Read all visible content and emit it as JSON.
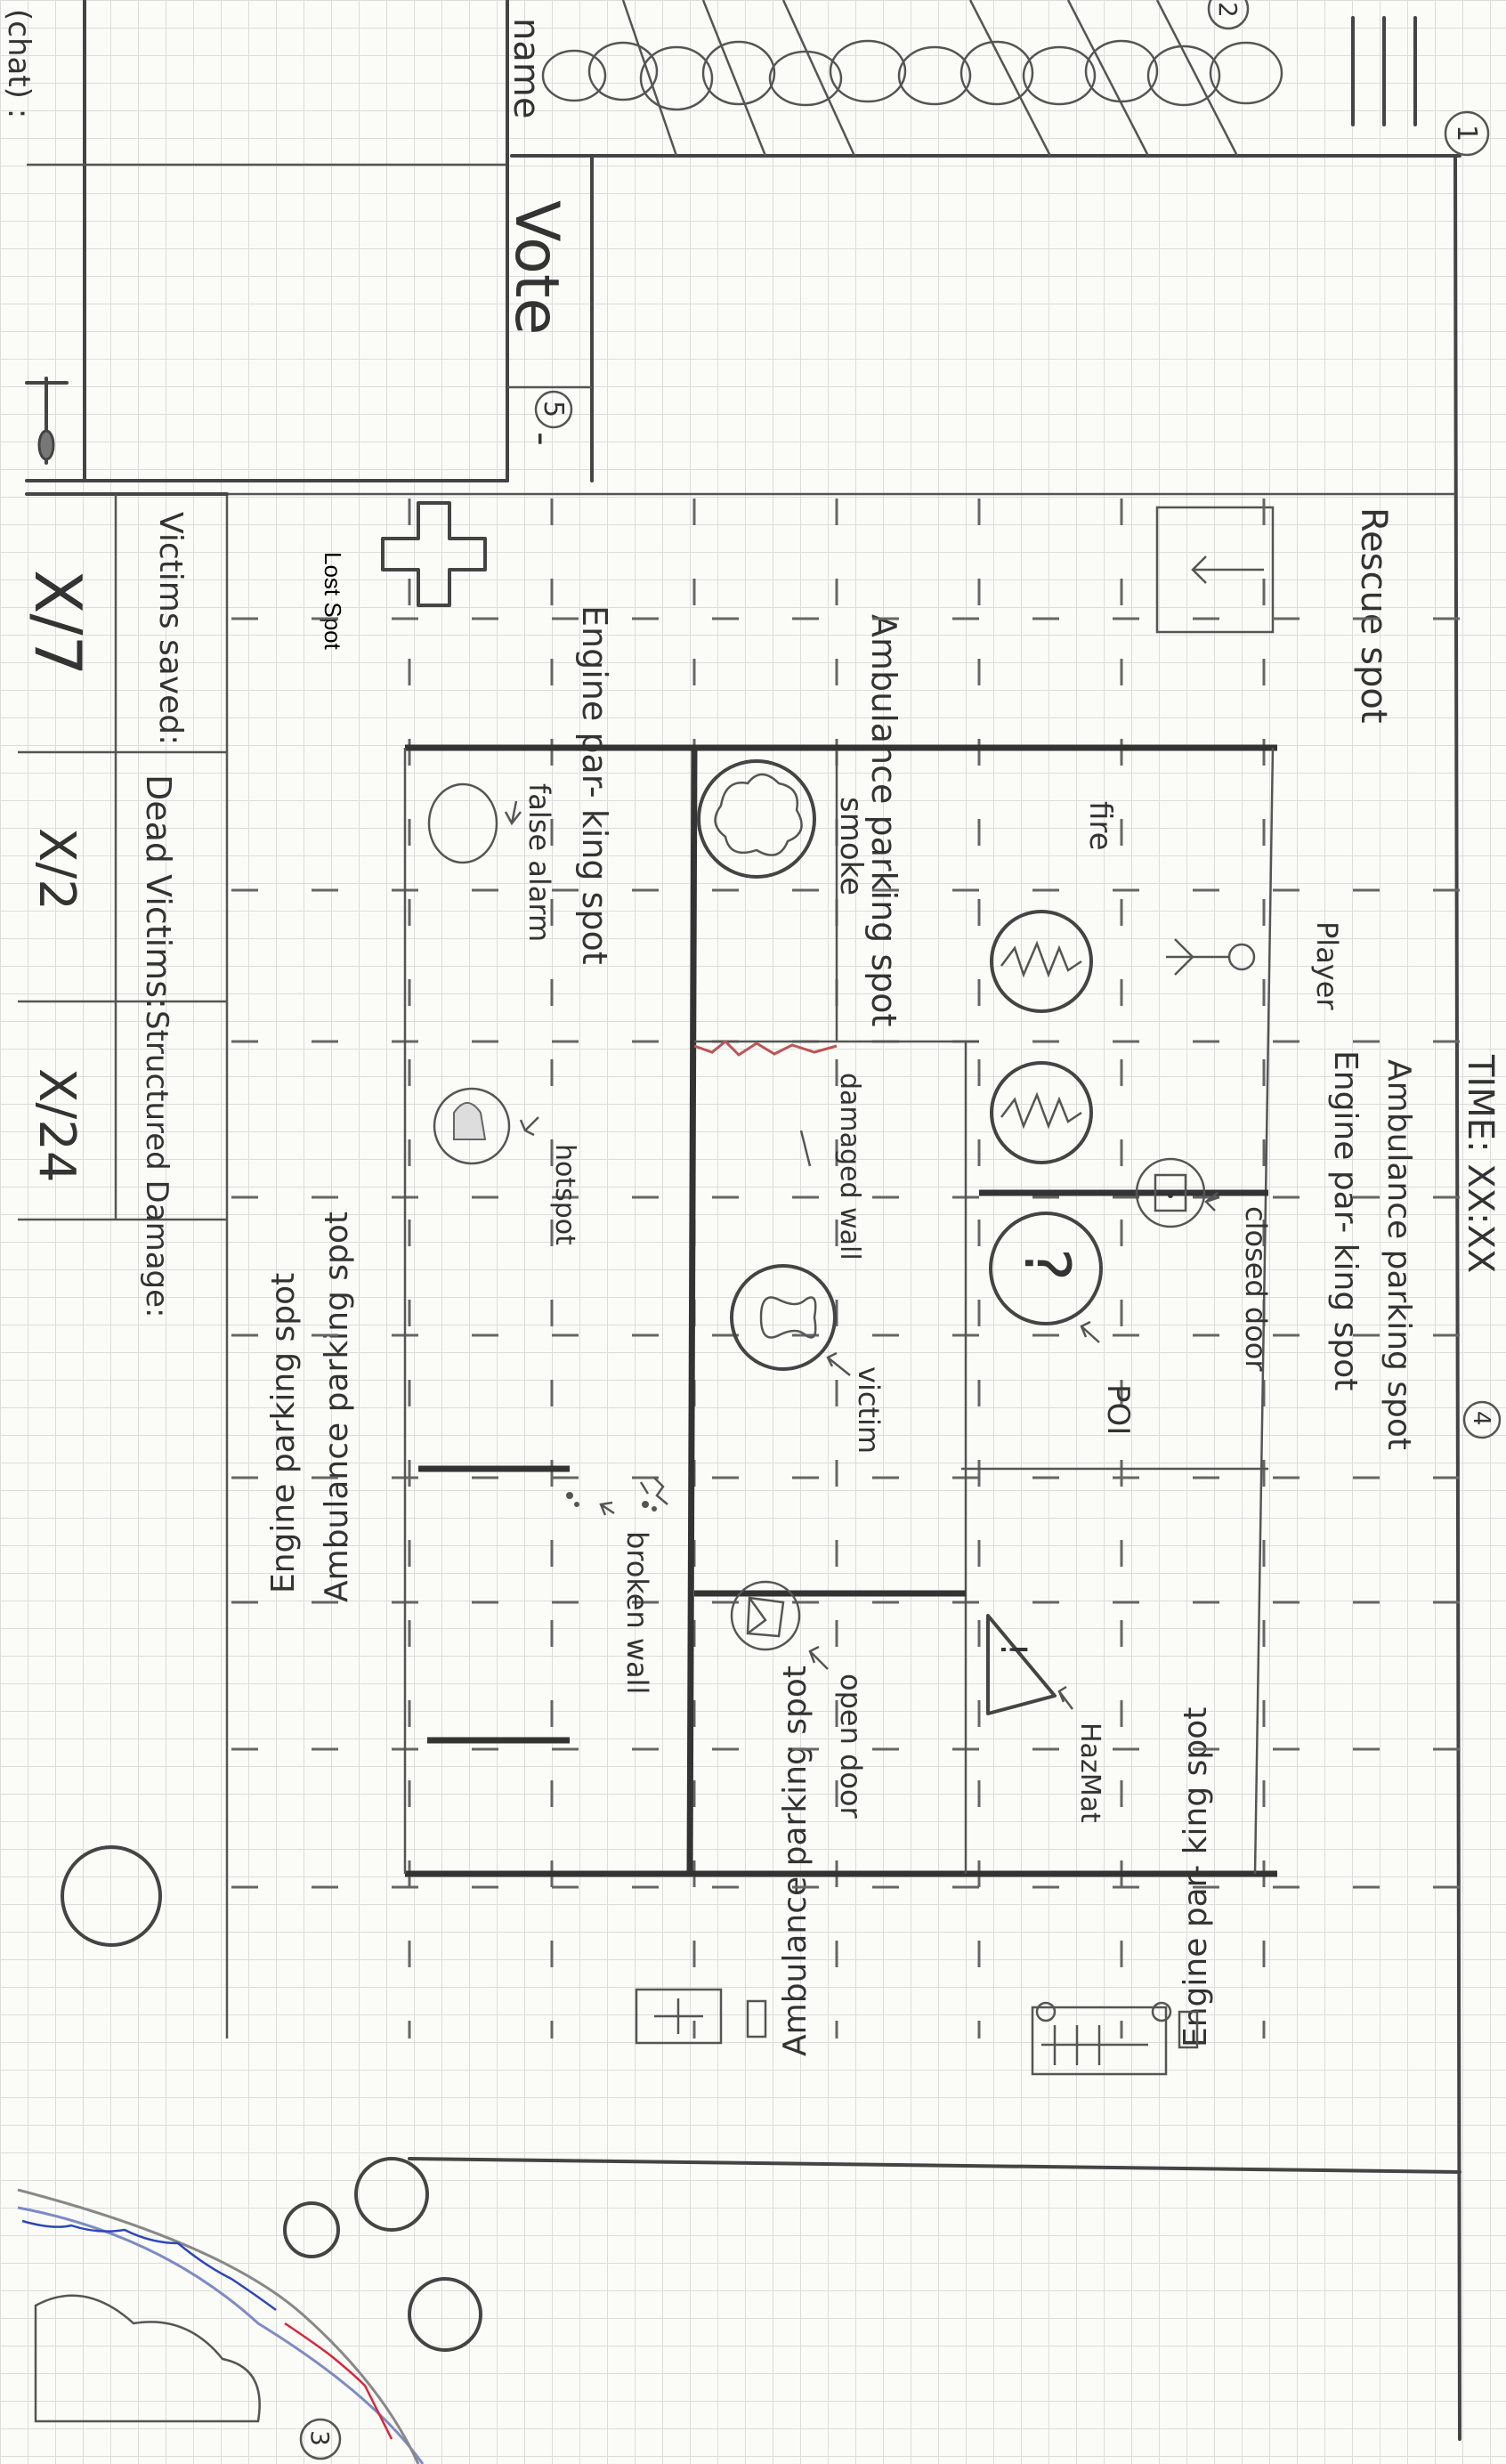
{
  "sidebar": {
    "chat_label": "(chat) :",
    "name_label": "name",
    "vote_label": "Vote",
    "vote_marker": "5",
    "vote_minus": "-"
  },
  "stats": {
    "victims_saved_label": "Victims saved:",
    "victims_saved_value": "X/7",
    "dead_victims_label": "Dead Victims:",
    "dead_victims_value": "X/2",
    "structural_damage_label": "Structured Damage:",
    "structural_damage_value": "X/24"
  },
  "header": {
    "time_label": "TIME: XX:XX",
    "time_marker": "4",
    "menu_marker": "1",
    "players_marker": "2",
    "chat_marker": "3"
  },
  "board": {
    "lost_spot_label": "Lost Spot",
    "rescue_spot_label": "Rescue spot",
    "engine_parking_top_label": "Engine par- king spot",
    "ambulance_parking_top_label": "Ambulance parking spot",
    "engine_parking_right_label": "Engine par- king spot",
    "ambulance_parking_right_label": "Ambulance parking spot",
    "engine_parking_left_label": "Engine parking spot",
    "ambulance_parking_left_label": "Ambulance parking spot",
    "engine_parking_bottom_label": "Engine par- king spot",
    "ambulance_parking_bottom_label": "Ambulance parking spot",
    "false_alarm_label": "false alarm",
    "smoke_label": "smoke",
    "fire_label": "fire",
    "player_label": "Player",
    "damaged_wall_label": "damaged wall",
    "hotspot_label": "hotspot",
    "victim_label": "victim",
    "closed_door_label": "closed door",
    "poi_label": "POI",
    "poi_symbol": "?",
    "broken_wall_label": "broken wall",
    "open_door_label": "open door",
    "hazmat_label": "HazMat",
    "hazmat_symbol": "!"
  }
}
